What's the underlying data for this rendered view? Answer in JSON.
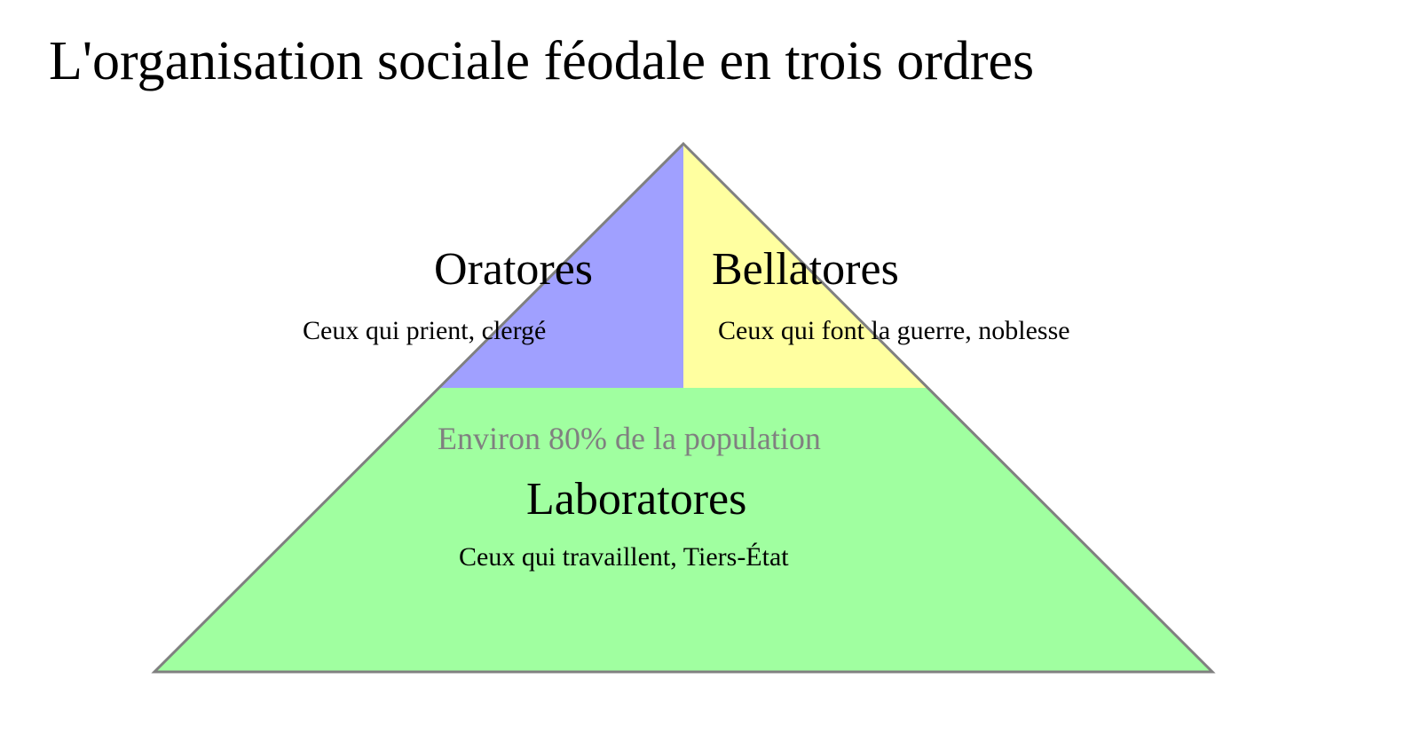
{
  "title": "L'organisation sociale féodale en trois ordres",
  "colors": {
    "oratores": "#a0a0ff",
    "bellatores": "#ffffa0",
    "laboratores": "#a0ffa0",
    "outline": "#808080",
    "note_text": "#808080"
  },
  "orders": {
    "oratores": {
      "name": "Oratores",
      "description": "Ceux qui prient, clergé"
    },
    "bellatores": {
      "name": "Bellatores",
      "description": "Ceux qui font la guerre, noblesse"
    },
    "laboratores": {
      "name": "Laboratores",
      "description": "Ceux qui travaillent, Tiers-État",
      "note": "Environ 80% de la population"
    }
  }
}
